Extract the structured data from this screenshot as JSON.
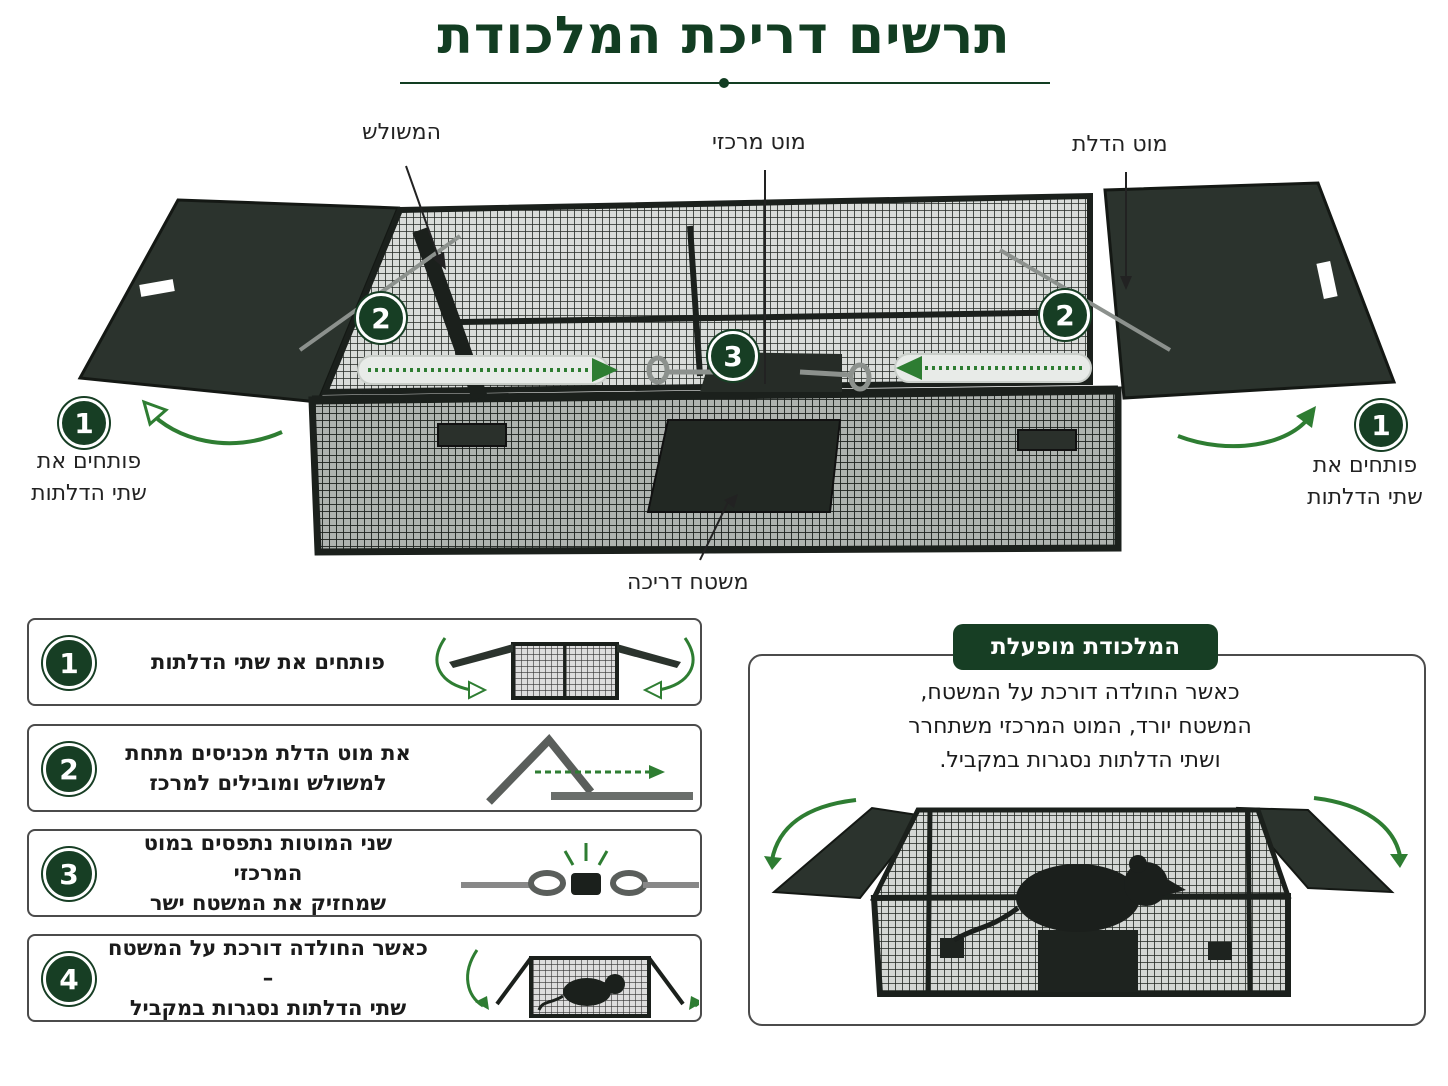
{
  "title": "תרשים דריכת המלכודת",
  "callouts": {
    "triangle": "המשולש",
    "center_rod": "מוט מרכזי",
    "door_rod": "מוט הדלת",
    "treadle": "משטח דריכה"
  },
  "side_labels": {
    "left_line1": "פותחים את",
    "left_line2": "שתי הדלתות",
    "right_line1": "פותחים את",
    "right_line2": "שתי הדלתות"
  },
  "badges": {
    "open_left": "1",
    "open_right": "1",
    "triangle_left": "2",
    "triangle_right": "2",
    "center": "3"
  },
  "steps": [
    {
      "num": "1",
      "line1": "פותחים את שתי הדלתות",
      "line2": ""
    },
    {
      "num": "2",
      "line1": "את מוט הדלת מכניסים מתחת",
      "line2": "למשולש ומובילים למרכז"
    },
    {
      "num": "3",
      "line1": "שני המוטות נתפסים במוט המרכזי",
      "line2": "שמחזיק את המשטח ישר"
    },
    {
      "num": "4",
      "line1": "כאשר החולדה דורכת על המשטח –",
      "line2": "שתי הדלתות נסגרות במקביל"
    }
  ],
  "active": {
    "badge": "המלכודת מופעלת",
    "line1": "כאשר החולדה דורכת על המשטח,",
    "line2": "המשטח יורד, המוט המרכזי משתחרר",
    "line3": "ושתי הדלתות נסגרות במקביל."
  },
  "colors": {
    "dark_green": "#173e24",
    "arrow_green": "#2e7d32",
    "cage": "#1e231f",
    "door": "#2b332d"
  }
}
